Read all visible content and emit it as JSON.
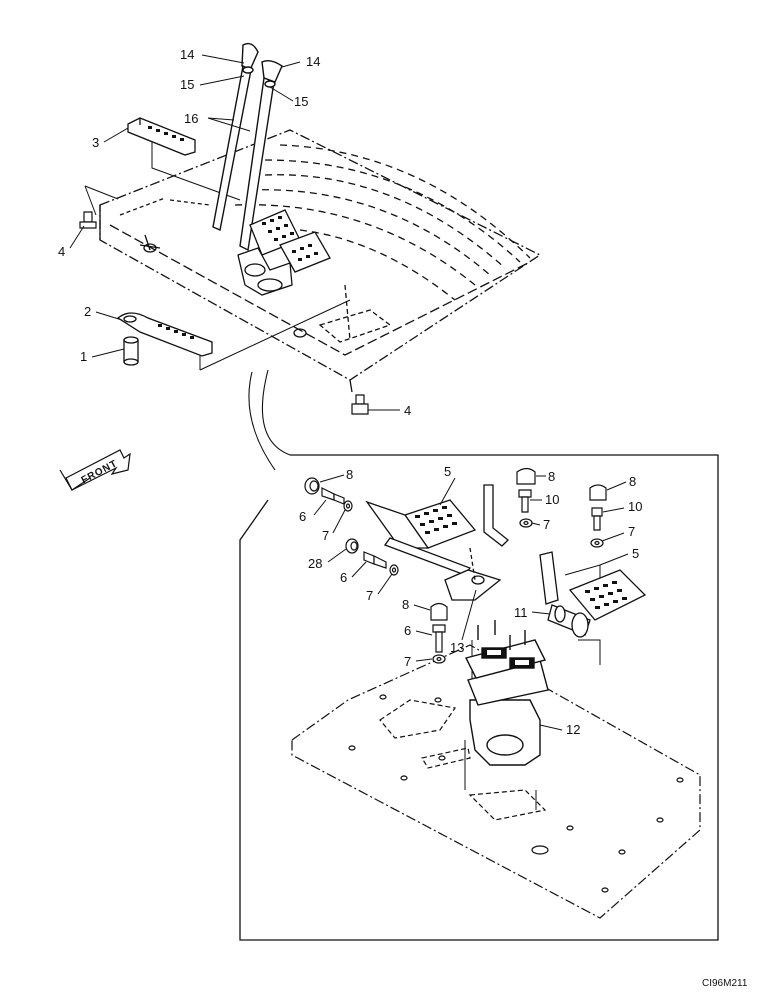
{
  "drawing_code": "CI96M211",
  "front_arrow_label": "FRONT",
  "callouts": {
    "c14a": "14",
    "c14b": "14",
    "c15a": "15",
    "c15b": "15",
    "c16": "16",
    "c3": "3",
    "c4a": "4",
    "c4b": "4",
    "c2": "2",
    "c1": "1",
    "c8a": "8",
    "c8b": "8",
    "c8c": "8",
    "c8d": "8",
    "c6a": "6",
    "c6b": "6",
    "c6c": "6",
    "c7a": "7",
    "c7b": "7",
    "c7c": "7",
    "c7d": "7",
    "c7e": "7",
    "c10a": "10",
    "c10b": "10",
    "c5a": "5",
    "c5b": "5",
    "c28": "28",
    "c11": "11",
    "c13": "13",
    "c12": "12"
  }
}
